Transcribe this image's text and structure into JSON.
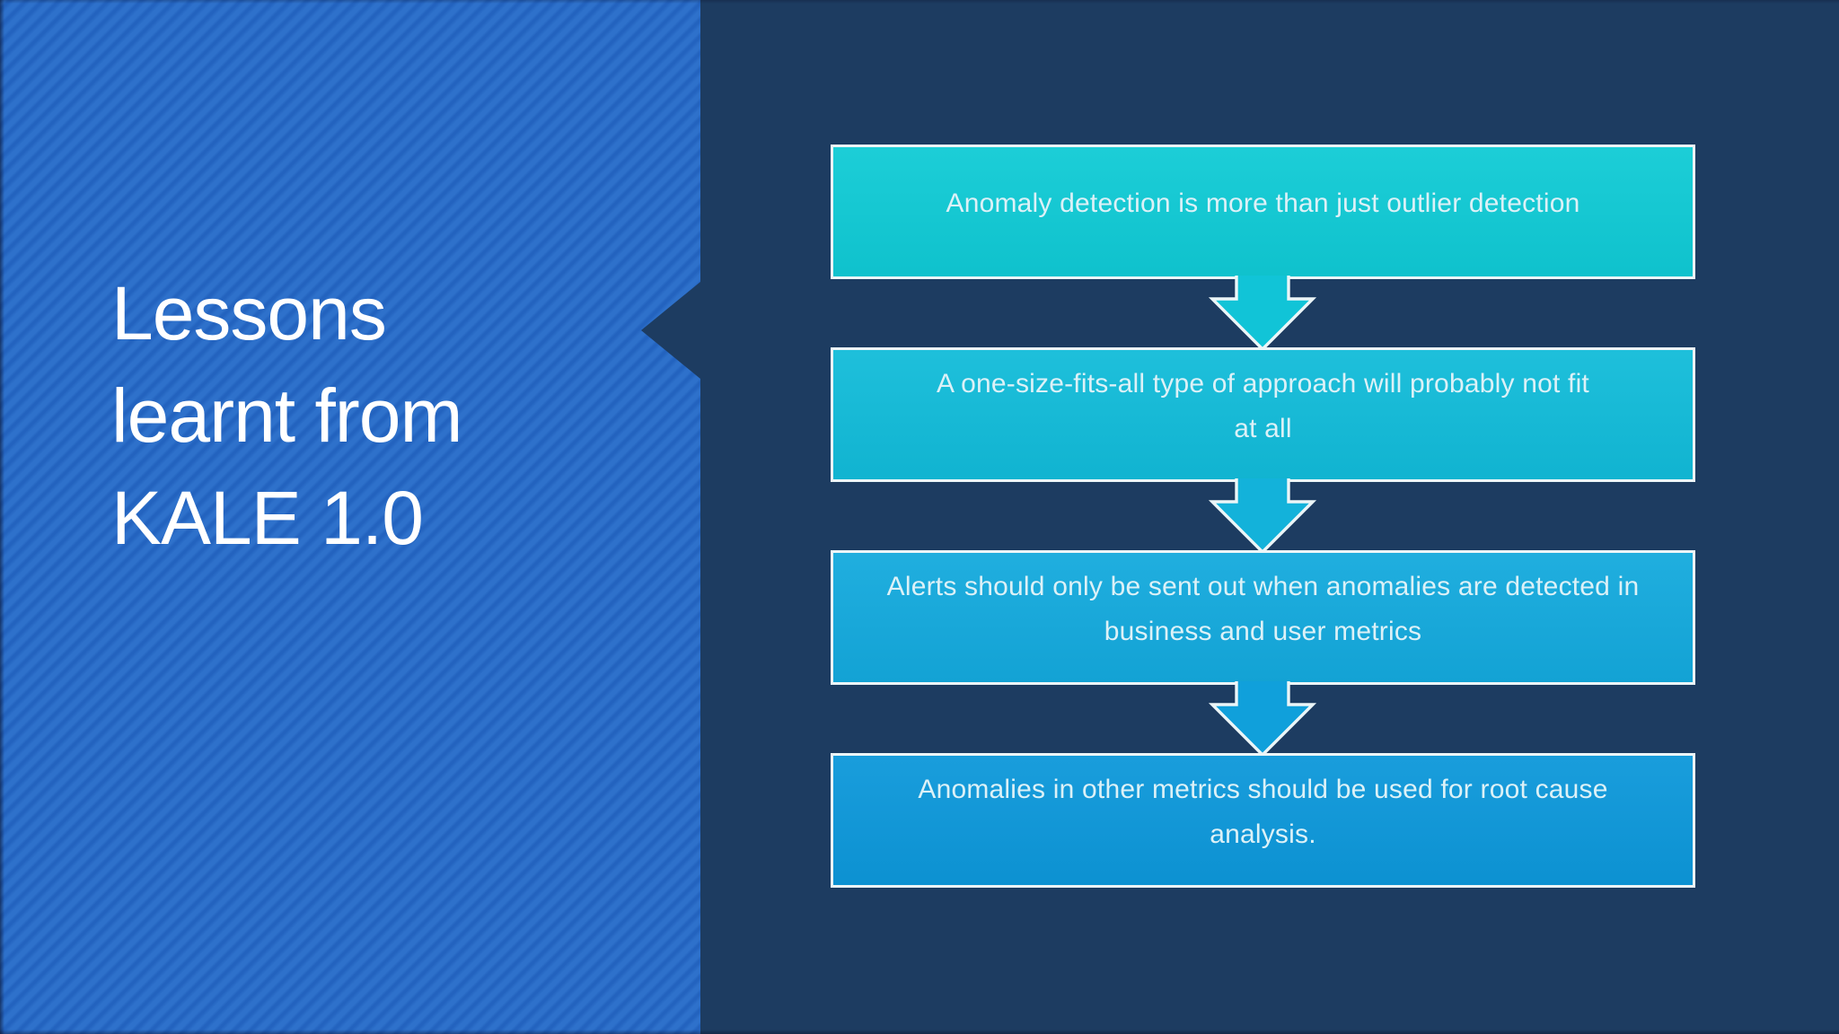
{
  "slide": {
    "title": {
      "lines": [
        "Lessons",
        "learnt from",
        "KALE 1.0"
      ]
    },
    "flow": {
      "boxes": [
        {
          "lines": [
            "Anomaly detection is more than just outlier detection"
          ],
          "fill": "#10cbd5"
        },
        {
          "lines": [
            "A one-size-fits-all type of approach will probably not fit",
            "at all"
          ],
          "fill": "#12bcd9"
        },
        {
          "lines": [
            "Alerts should only be sent out when anomalies are detected in",
            "business and user metrics"
          ],
          "fill": "#14aadd"
        },
        {
          "lines": [
            "Anomalies in other metrics should be used for root cause",
            "analysis."
          ],
          "fill": "#0d98da"
        }
      ],
      "arrows": [
        {
          "fill": "#11c4d7"
        },
        {
          "fill": "#13b2da"
        },
        {
          "fill": "#10a0db"
        }
      ]
    },
    "colors": {
      "dark-bg": "#1d3c61",
      "stripe-a": "#2e71cb",
      "stripe-b": "#2363bf",
      "box-border": "#ecf6f8",
      "box-text": "#dcf1f7",
      "title-text": "#ffffff",
      "arrow-outline": "#ecf6f8"
    }
  }
}
